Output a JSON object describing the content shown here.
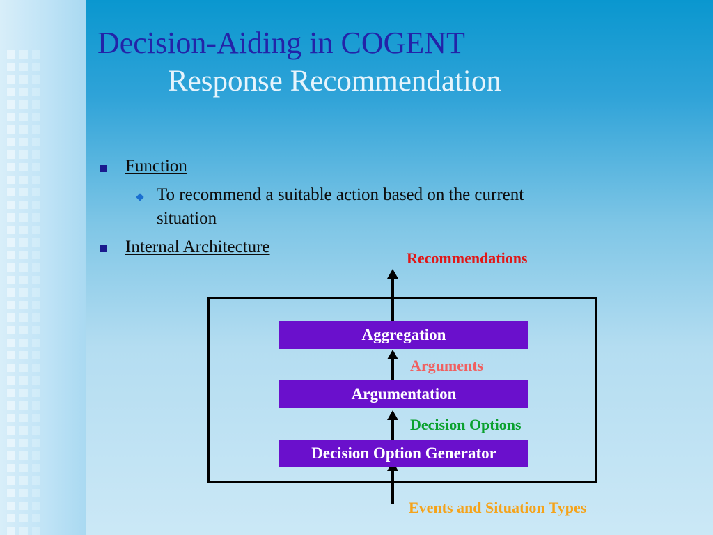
{
  "slide": {
    "title": "Decision-Aiding in COGENT",
    "subtitle": "Response Recommendation"
  },
  "bullets": [
    {
      "label": "Function",
      "sub": [
        "To recommend a suitable action based on the current",
        "situation"
      ]
    },
    {
      "label": "Internal Architecture"
    }
  ],
  "diagram": {
    "blocks": [
      "Aggregation",
      "Argumentation",
      "Decision Option Generator"
    ],
    "labels": {
      "output": "Recommendations",
      "arguments": "Arguments",
      "options": "Decision Options",
      "input": "Events and Situation Types"
    },
    "colors": {
      "block": "#6a10cc",
      "output": "#e01818",
      "arguments": "#f06060",
      "options": "#0aa12e",
      "input": "#f5a31a"
    }
  }
}
